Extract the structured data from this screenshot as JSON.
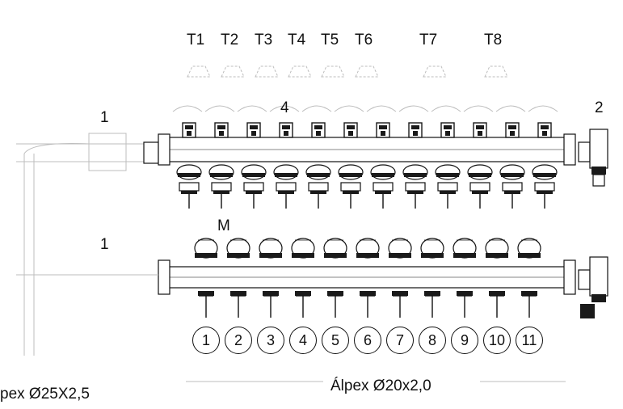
{
  "thermo_labels": [
    "T1",
    "T2",
    "T3",
    "T4",
    "T5",
    "T6",
    "T7",
    "T8"
  ],
  "label_4": "4",
  "label_2": "2",
  "label_1_top": "1",
  "label_1_bottom": "1",
  "label_M": "M",
  "circuit_numbers": [
    "1",
    "2",
    "3",
    "4",
    "5",
    "6",
    "7",
    "8",
    "9",
    "10",
    "11"
  ],
  "pipe_left": "pex Ø25X2,5",
  "pipe_right": "Álpex Ø20x2,0",
  "colors": {
    "line": "#111111",
    "faint": "#bdbdbd",
    "dark": "#1a1a1a"
  }
}
